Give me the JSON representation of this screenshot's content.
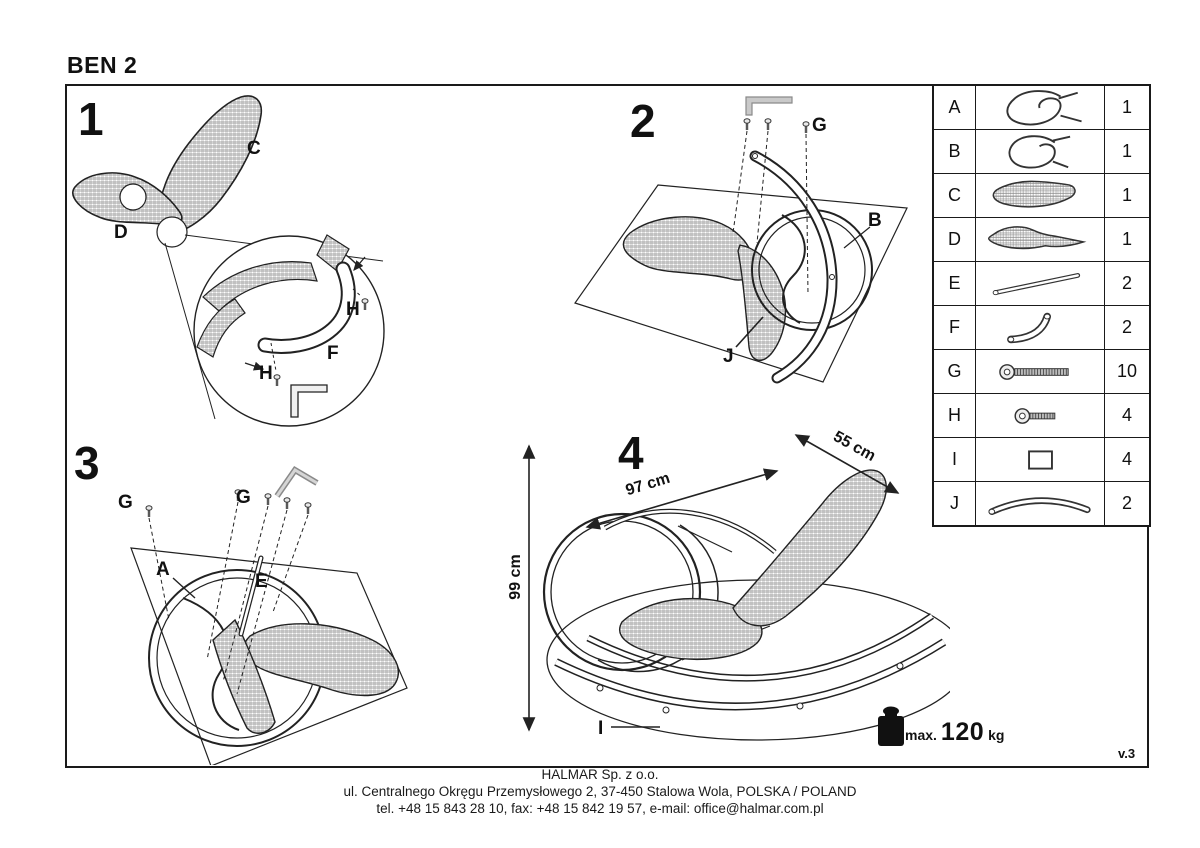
{
  "title": "BEN 2",
  "version": "v.3",
  "steps": {
    "s1": {
      "number": "1",
      "labels": {
        "c": "C",
        "d": "D",
        "f": "F",
        "h1": "H",
        "h2": "H"
      }
    },
    "s2": {
      "number": "2",
      "labels": {
        "g": "G",
        "b": "B",
        "j": "J"
      }
    },
    "s3": {
      "number": "3",
      "labels": {
        "g1": "G",
        "g2": "G",
        "a": "A",
        "e": "E"
      }
    },
    "s4": {
      "number": "4",
      "labels": {
        "i": "I"
      },
      "dimensions": {
        "width": "97 cm",
        "depth": "55 cm",
        "height": "99 cm"
      },
      "max_load": {
        "prefix": "max.",
        "value": "120",
        "unit": "kg"
      }
    }
  },
  "parts_table": {
    "rows": [
      {
        "letter": "A",
        "icon": "frame-side-right-icon",
        "qty": "1"
      },
      {
        "letter": "B",
        "icon": "frame-side-left-icon",
        "qty": "1"
      },
      {
        "letter": "C",
        "icon": "backrest-panel-icon",
        "qty": "1"
      },
      {
        "letter": "D",
        "icon": "seat-panel-icon",
        "qty": "1"
      },
      {
        "letter": "E",
        "icon": "straight-rod-icon",
        "qty": "2"
      },
      {
        "letter": "F",
        "icon": "curved-tube-icon",
        "qty": "2"
      },
      {
        "letter": "G",
        "icon": "long-bolt-icon",
        "qty": "10"
      },
      {
        "letter": "H",
        "icon": "short-bolt-icon",
        "qty": "4"
      },
      {
        "letter": "I",
        "icon": "square-plug-icon",
        "qty": "4"
      },
      {
        "letter": "J",
        "icon": "rocker-arc-icon",
        "qty": "2"
      }
    ]
  },
  "footer": {
    "company": "HALMAR Sp. z o.o.",
    "address": "ul. Centralnego Okręgu Przemysłowego 2, 37-450 Stalowa Wola, POLSKA / POLAND",
    "contact": "tel. +48 15 843 28 10, fax: +48 15 842 19 57, e-mail: office@halmar.com.pl"
  }
}
